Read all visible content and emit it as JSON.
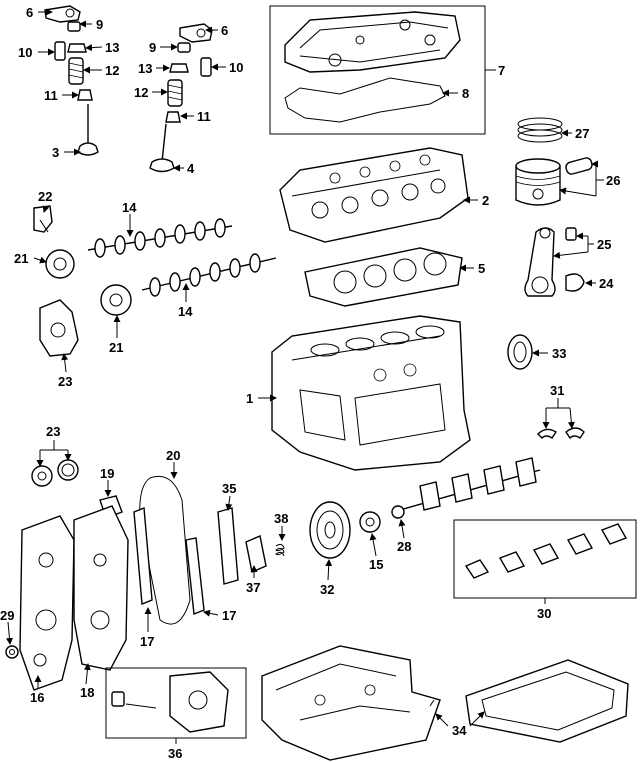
{
  "callouts": {
    "c1": "1",
    "c2": "2",
    "c3": "3",
    "c4": "4",
    "c5": "5",
    "c6a": "6",
    "c6b": "6",
    "c7": "7",
    "c8": "8",
    "c9a": "9",
    "c9b": "9",
    "c10a": "10",
    "c10b": "10",
    "c11a": "11",
    "c11b": "11",
    "c12a": "12",
    "c12b": "12",
    "c13a": "13",
    "c13b": "13",
    "c14a": "14",
    "c14b": "14",
    "c15": "15",
    "c16": "16",
    "c17a": "17",
    "c17b": "17",
    "c18": "18",
    "c19": "19",
    "c20": "20",
    "c21a": "21",
    "c21b": "21",
    "c22": "22",
    "c23a": "23",
    "c23b": "23",
    "c24": "24",
    "c25": "25",
    "c26": "26",
    "c27": "27",
    "c28": "28",
    "c29": "29",
    "c30": "30",
    "c31": "31",
    "c32": "32",
    "c33": "33",
    "c34": "34",
    "c35": "35",
    "c36": "36",
    "c37": "37",
    "c38": "38"
  }
}
